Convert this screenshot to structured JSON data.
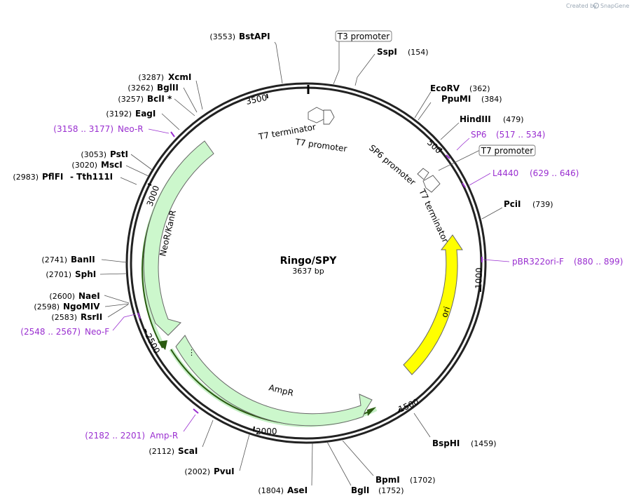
{
  "header": {
    "credit_prefix": "Created by",
    "credit_brand": "SnapGene"
  },
  "plasmid": {
    "name": "Ringo/SPY",
    "size_label": "3637 bp"
  },
  "ticks": [
    "500",
    "1000",
    "1500",
    "2000",
    "2500",
    "3000",
    "3500"
  ],
  "enzymes": [
    {
      "name": "BstAPI",
      "pos": "(3553)"
    },
    {
      "name": "SspI",
      "pos": "(154)"
    },
    {
      "name": "EcoRV",
      "pos": "(362)"
    },
    {
      "name": "PpuMI",
      "pos": "(384)"
    },
    {
      "name": "HindIII",
      "pos": "(479)"
    },
    {
      "name": "PciI",
      "pos": "(739)"
    },
    {
      "name": "BspHI",
      "pos": "(1459)"
    },
    {
      "name": "BpmI",
      "pos": "(1702)"
    },
    {
      "name": "BglI",
      "pos": "(1752)"
    },
    {
      "name": "AseI",
      "pos": "(1804)"
    },
    {
      "name": "PvuI",
      "pos": "(2002)"
    },
    {
      "name": "ScaI",
      "pos": "(2112)"
    },
    {
      "name": "RsrII",
      "pos": "(2583)"
    },
    {
      "name": "NgoMIV",
      "pos": "(2598)"
    },
    {
      "name": "NaeI",
      "pos": "(2600)"
    },
    {
      "name": "SphI",
      "pos": "(2701)"
    },
    {
      "name": "BanII",
      "pos": "(2741)"
    },
    {
      "name": "PflFI",
      "pos": "(2983)",
      "suffix": "- Tth111I"
    },
    {
      "name": "MscI",
      "pos": "(3020)"
    },
    {
      "name": "PstI",
      "pos": "(3053)"
    },
    {
      "name": "EagI",
      "pos": "(3192)"
    },
    {
      "name": "BclI *",
      "pos": "(3257)"
    },
    {
      "name": "BglII",
      "pos": "(3262)"
    },
    {
      "name": "XcmI",
      "pos": "(3287)"
    }
  ],
  "primers": [
    {
      "name": "SP6",
      "range": "(517 .. 534)"
    },
    {
      "name": "L4440",
      "range": "(629 .. 646)"
    },
    {
      "name": "pBR322ori-F",
      "range": "(880 .. 899)"
    },
    {
      "name": "Neo-F",
      "range": "(2548 .. 2567)"
    },
    {
      "name": "Amp-R",
      "range": "(2182 .. 2201)"
    },
    {
      "name": "Neo-R",
      "range": "(3158 .. 3177)"
    }
  ],
  "boxed_features": {
    "t3_promoter": "T3 promoter",
    "t7_promoter_right": "T7 promoter"
  },
  "inner_labels": {
    "t7_terminator_top": "T7 terminator",
    "t7_promoter_top": "T7 promoter",
    "sp6_promoter": "SP6 promoter",
    "t7_terminator_right": "T7 terminator"
  },
  "arc_features": {
    "ori": "ori",
    "ampr": "AmpR",
    "neo": "NeoR/KanR"
  },
  "colors": {
    "ori": "#ffff00",
    "resistance": "#ccf7cc",
    "primer": "#9a2fd0",
    "backbone": "#222222"
  }
}
